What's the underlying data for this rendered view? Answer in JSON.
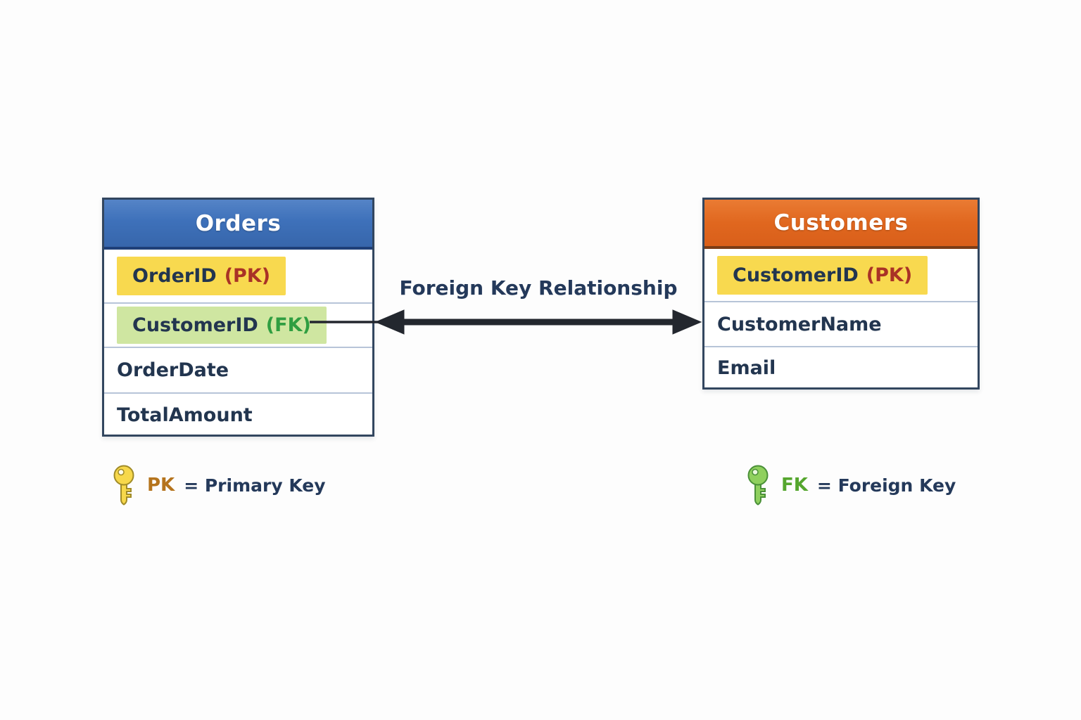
{
  "tables": {
    "orders": {
      "title": "Orders",
      "rows": [
        {
          "name": "OrderID",
          "key": "(PK)",
          "highlight": "yellow"
        },
        {
          "name": "CustomerID",
          "key": "(FK)",
          "highlight": "green"
        },
        {
          "name": "OrderDate",
          "key": ""
        },
        {
          "name": "TotalAmount",
          "key": ""
        }
      ]
    },
    "customers": {
      "title": "Customers",
      "rows": [
        {
          "name": "CustomerID",
          "key": "(PK)",
          "highlight": "yellow"
        },
        {
          "name": "CustomerName",
          "key": ""
        },
        {
          "name": "Email",
          "key": ""
        }
      ]
    }
  },
  "relationship": {
    "label": "Foreign Key Relationship"
  },
  "legend": {
    "pk": {
      "abbr": "PK",
      "text": "= Primary Key"
    },
    "fk": {
      "abbr": "FK",
      "text": "= Foreign Key"
    }
  },
  "colors": {
    "orders_header_blue": "#3e71ba",
    "customers_header_orange": "#e0671f",
    "pk_highlight_yellow": "#f8d94f",
    "fk_highlight_green": "#cfe6a1",
    "pk_text_red": "#a93226",
    "fk_text_green": "#2f9e41",
    "legend_pk_amber": "#b5741d",
    "legend_fk_green": "#55a62e",
    "body_text_navy": "#24395a",
    "table_border": "#32465f",
    "arrow_ink": "#23272e"
  }
}
